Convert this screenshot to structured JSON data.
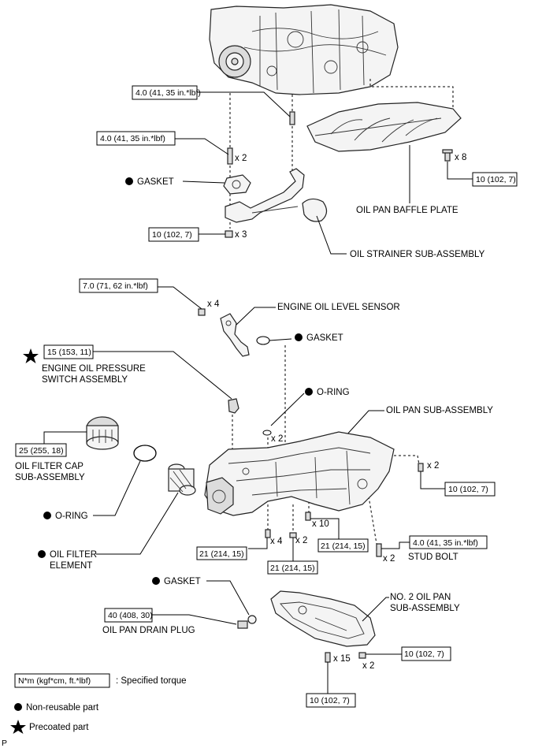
{
  "torque_labels": {
    "t_engine_stud": "4.0 (41, 35 in.*lbf)",
    "t_strainer_stud": "4.0 (41, 35 in.*lbf)",
    "t_baffle_bolt": "10 (102, 7)",
    "t_strainer_nut": "10 (102, 7)",
    "t_level_sensor": "7.0 (71, 62 in.*lbf)",
    "t_pressure_switch": "15 (153, 11)",
    "t_filter_cap": "25 (255, 18)",
    "t_pan_side_bolt": "10 (102, 7)",
    "t_pan_bolt_x4": "21 (214, 15)",
    "t_pan_bolt_x10": "21 (214, 15)",
    "t_pan_bolt_x2": "21 (214, 15)",
    "t_stud_bolt": "4.0 (41, 35 in.*lbf)",
    "t_drain_plug": "40 (408, 30)",
    "t_no2_x2": "10 (102, 7)",
    "t_no2_x15": "10 (102, 7)"
  },
  "quantities": {
    "q_engine_stud": "x 2",
    "q_baffle": "x 8",
    "q_strainer_nut": "x 3",
    "q_sensor": "x 4",
    "q_oring_pan": "x 2",
    "q_pan_side": "x 2",
    "q_pan_x10": "x 10",
    "q_pan_x4": "x 4",
    "q_pan_x2": "x 2",
    "q_stud_bolt": "x 2",
    "q_no2_x15": "x 15",
    "q_no2_x2": "x 2"
  },
  "part_labels": {
    "gasket_top": "GASKET",
    "oil_pan_baffle_plate": "OIL PAN BAFFLE PLATE",
    "oil_strainer": "OIL STRAINER SUB-ASSEMBLY",
    "engine_oil_level_sensor": "ENGINE OIL LEVEL SENSOR",
    "gasket_sensor": "GASKET",
    "pressure_switch_line1": "ENGINE OIL PRESSURE",
    "pressure_switch_line2": "SWITCH ASSEMBLY",
    "oring_pan": "O-RING",
    "oil_pan_sub_assembly": "OIL PAN SUB-ASSEMBLY",
    "filter_cap_line1": "OIL FILTER CAP",
    "filter_cap_line2": "SUB-ASSEMBLY",
    "oring_filter": "O-RING",
    "oil_filter_line1": "OIL FILTER",
    "oil_filter_line2": "ELEMENT",
    "stud_bolt": "STUD BOLT",
    "gasket_drain": "GASKET",
    "oil_pan_drain_plug": "OIL PAN DRAIN PLUG",
    "no2_pan_line1": "NO. 2 OIL PAN",
    "no2_pan_line2": "SUB-ASSEMBLY"
  },
  "legend": {
    "torque_unit_box": "N*m (kgf*cm, ft.*lbf)",
    "torque_desc": ": Specified torque",
    "non_reusable": "Non-reusable part",
    "precoated": "Precoated part"
  },
  "corner_mark": "P"
}
